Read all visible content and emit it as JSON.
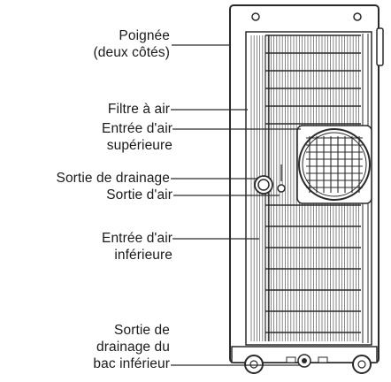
{
  "labels": {
    "handle": [
      "Poignée",
      "(deux côtés)"
    ],
    "air_filter": "Filtre à air",
    "upper_air_inlet": [
      "Entrée d'air",
      "supérieure"
    ],
    "drain_outlet": "Sortie de drainage",
    "air_outlet": "Sortie d'air",
    "lower_air_inlet": [
      "Entrée d'air",
      "inférieure"
    ],
    "bottom_tray_drain": [
      "Sortie de",
      "drainage du",
      "bac inférieur"
    ]
  },
  "colors": {
    "line": "#2a2a2a",
    "body": "#ffffff",
    "grille": "#6a6a6a"
  }
}
